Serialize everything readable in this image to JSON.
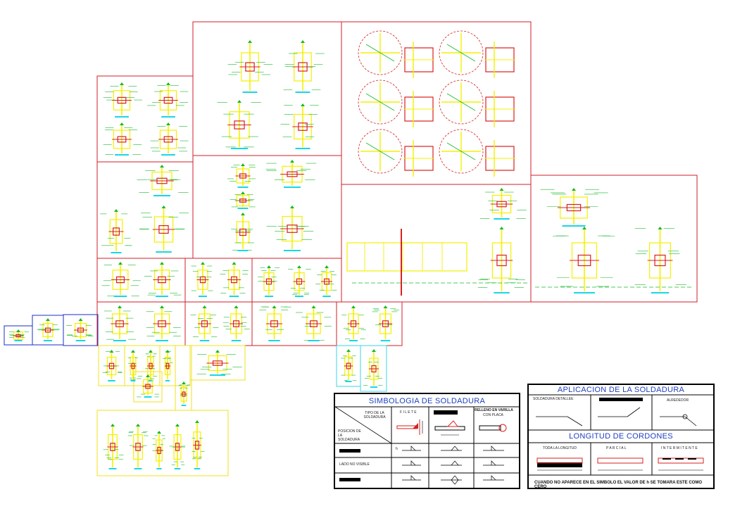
{
  "colors": {
    "frame_red": "#d21f2a",
    "frame_yellow": "#f0e21a",
    "frame_blue": "#1b2fc8",
    "frame_cyan": "#39d6e6",
    "steel": "#f4f000",
    "weld": "#d8201e",
    "dim": "#17b82a",
    "note_cyan": "#18d6e8",
    "title_blue": "#1f3fbf"
  },
  "legend_left": {
    "title": "SIMBOLOGIA DE SOLDADURA",
    "corner_top": "TIPO DE LA SOLDADURA",
    "corner_bottom": "POSICION DE LA SOLDADURA",
    "col_filete": "F I L E T E",
    "col_relleno": "RELLENO EN VARILLA",
    "col_relleno_sub": "CON PLACA",
    "row_lado_no_visible": "LADO NO VISIBLE",
    "weld_letter": "h"
  },
  "legend_right": {
    "title_aplicacion": "APLICACION DE LA SOLDADURA",
    "soldadura_detallee": "SOLDADURA DETALLEE",
    "alrededor": "ALREDEDOR",
    "title_longitud": "LONGITUD DE CORDONES",
    "toda_la_longitud": "TODA LA LONGITUD",
    "parcial": "P A R C I A L",
    "intermitente": "I N T E R M I T E N T E",
    "footnote": "CUANDO NO APARECE EN EL SIMBOLO EL VALOR DE h SE TOMARA ESTE COMO CERO"
  }
}
